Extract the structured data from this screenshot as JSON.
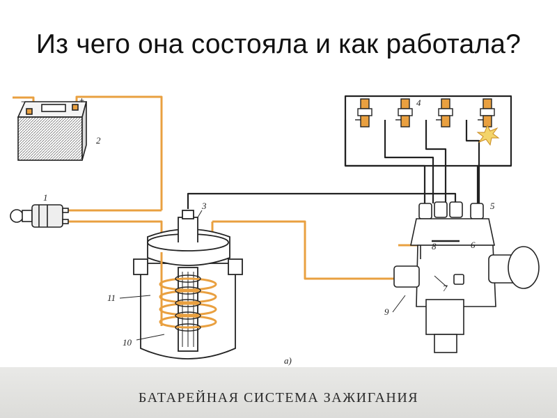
{
  "title": "Из чего она состояла и как работала?",
  "caption": "БАТАРЕЙНАЯ СИСТЕМА ЗАЖИГАНИЯ",
  "figure_label": "а)",
  "battery_minus": "−",
  "battery_plus": "+",
  "callouts": [
    "1",
    "2",
    "3",
    "4",
    "5",
    "6",
    "7",
    "8",
    "9",
    "10",
    "11"
  ],
  "colors": {
    "wire": "#e9a040",
    "outline": "#222222",
    "footer": "#e2e2df"
  }
}
